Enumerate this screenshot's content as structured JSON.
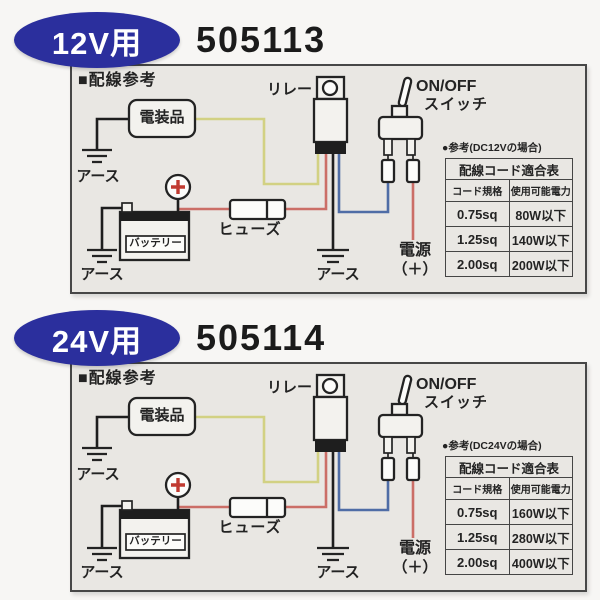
{
  "page": {
    "background": "#f7f6f4"
  },
  "colors": {
    "page_bg": "#f7f6f4",
    "badge_bg": "#2b2f9d",
    "badge_text": "#ffffff",
    "model_text": "#1b1b1b",
    "panel_bg": "#e9e7e3",
    "panel_border": "#474747",
    "ink": "#232323",
    "wire_yellow": "#d2d183",
    "wire_red": "#cb6e67",
    "wire_blue": "#4f6da6",
    "wire_black": "#1e1e1e",
    "plus_red": "#c03a30",
    "symbol_fill": "#f3f2ee",
    "white_fill": "#fcfcfa"
  },
  "panels": [
    {
      "badge_label": "12V用",
      "model_number": "505113",
      "diagram": {
        "title": "■配線参考",
        "component_label": "電装品",
        "ground_label": "アース",
        "battery_label": "バッテリー",
        "fuse_label": "ヒューズ",
        "relay_label": "リレー",
        "switch_label_line1": "ON/OFF",
        "switch_label_line2": "スイッチ",
        "power_label_line1": "電源",
        "power_label_line2": "（＋）"
      },
      "table": {
        "caption": "●参考(DC12Vの場合)",
        "title": "配線コード適合表",
        "col_headers": [
          "コード規格",
          "使用可能電力"
        ],
        "rows": [
          [
            "0.75sq",
            "80W以下"
          ],
          [
            "1.25sq",
            "140W以下"
          ],
          [
            "2.00sq",
            "200W以下"
          ]
        ]
      }
    },
    {
      "badge_label": "24V用",
      "model_number": "505114",
      "diagram": {
        "title": "■配線参考",
        "component_label": "電装品",
        "ground_label": "アース",
        "battery_label": "バッテリー",
        "fuse_label": "ヒューズ",
        "relay_label": "リレー",
        "switch_label_line1": "ON/OFF",
        "switch_label_line2": "スイッチ",
        "power_label_line1": "電源",
        "power_label_line2": "（＋）"
      },
      "table": {
        "caption": "●参考(DC24Vの場合)",
        "title": "配線コード適合表",
        "col_headers": [
          "コード規格",
          "使用可能電力"
        ],
        "rows": [
          [
            "0.75sq",
            "160W以下"
          ],
          [
            "1.25sq",
            "280W以下"
          ],
          [
            "2.00sq",
            "400W以下"
          ]
        ]
      }
    }
  ]
}
